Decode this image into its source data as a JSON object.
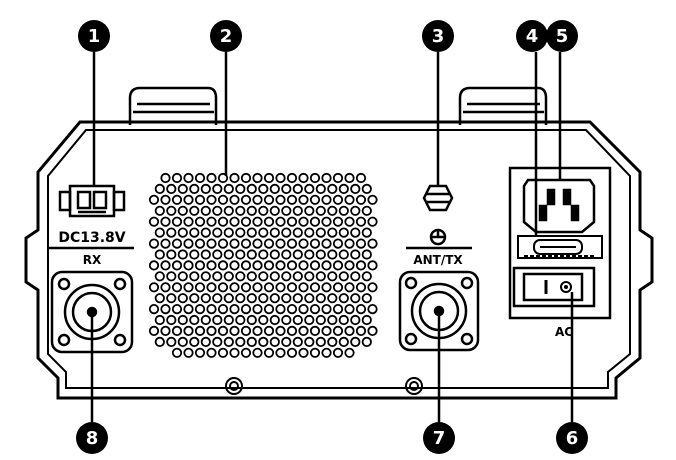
{
  "callouts": [
    "1",
    "2",
    "3",
    "4",
    "5",
    "6",
    "7",
    "8"
  ],
  "labels": {
    "dc_input": "DC13.8V",
    "rx_port": "RX",
    "ant_tx_port": "ANT/TX",
    "ac_power": "AC"
  },
  "colors": {
    "line": "#000000",
    "background": "#ffffff"
  },
  "icons": {
    "ground": "ground-icon",
    "power_switch": "rocker-switch-icon"
  }
}
